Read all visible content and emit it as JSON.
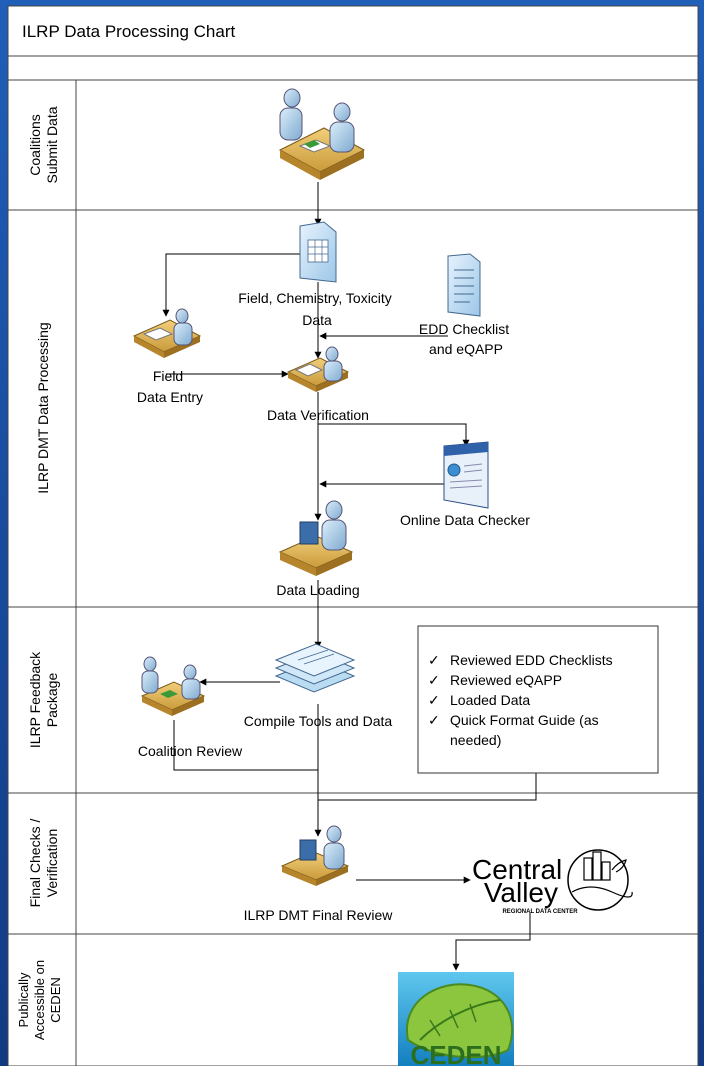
{
  "title": "ILRP Data Processing Chart",
  "lanes": [
    {
      "label": [
        "Coalitions",
        "Submit Data"
      ]
    },
    {
      "label": [
        "ILRP DMT Data Processing"
      ]
    },
    {
      "label": [
        "ILRP Feedback",
        "Package"
      ]
    },
    {
      "label": [
        "Final Checks /",
        "Verification"
      ]
    },
    {
      "label": [
        "Publically",
        "Accessible on",
        "CEDEN"
      ]
    }
  ],
  "nodes": {
    "field_chem_tox": {
      "lines": [
        "Field, Chemistry, Toxicity",
        "Data"
      ]
    },
    "edd_checklist": {
      "lines": [
        "EDD Checklist",
        "and eQAPP"
      ]
    },
    "field_data_entry": {
      "lines": [
        "Field",
        "Data Entry"
      ]
    },
    "data_verification": {
      "lines": [
        "Data Verification"
      ]
    },
    "online_data_checker": {
      "lines": [
        "Online Data Checker"
      ]
    },
    "data_loading": {
      "lines": [
        "Data Loading"
      ]
    },
    "compile_tools": {
      "lines": [
        "Compile Tools and Data"
      ]
    },
    "coalition_review": {
      "lines": [
        "Coalition Review"
      ]
    },
    "final_review": {
      "lines": [
        "ILRP DMT Final Review"
      ]
    }
  },
  "feedback_checklist": [
    [
      "Reviewed EDD Checklists"
    ],
    [
      "Reviewed eQAPP"
    ],
    [
      "Loaded Data"
    ],
    [
      "Quick Format Guide (as",
      "needed)"
    ]
  ],
  "check_mark": "✓",
  "central_valley_logo": {
    "line1": "Central",
    "line2": "Valley",
    "sub": "REGIONAL DATA CENTER"
  },
  "ceden_logo": {
    "text": "CEDEN"
  },
  "colors": {
    "background": "#1a4fa3",
    "panel": "#ffffff",
    "ceden_blue": "#1aa0d6",
    "ceden_green": "#3a8a2a"
  }
}
